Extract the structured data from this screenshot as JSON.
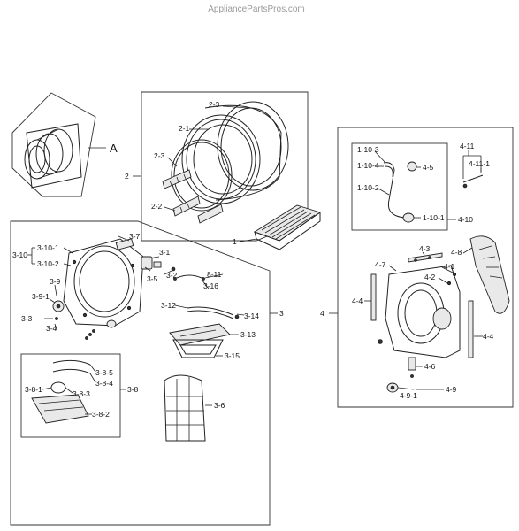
{
  "watermark": "AppliancePartsPros.com",
  "inset_label": "A",
  "labels": {
    "l_2_3a": "2-3",
    "l_2_1": "2-1",
    "l_2_3b": "2-3",
    "l_2": "2",
    "l_2_2": "2-2",
    "l_1": "1",
    "l_3_7": "3-7",
    "l_3_10_1": "3-10-1",
    "l_3_10": "3-10",
    "l_3_10_2": "3-10-2",
    "l_3_1": "3-1",
    "l_3_5": "3-5",
    "l_3_2": "3-2",
    "l_3_9": "3-9",
    "l_3_9_1": "3-9-1",
    "l_8_11": "8-11",
    "l_3_16": "3-16",
    "l_3_3": "3-3",
    "l_3_4": "3-4",
    "l_3_12": "3-12",
    "l_3_14": "3-14",
    "l_3": "3",
    "l_3_13": "3-13",
    "l_3_15": "3-15",
    "l_3_8_5": "3-8-5",
    "l_3_8_4": "3-8-4",
    "l_3_8_1": "3-8-1",
    "l_3_8_3": "3-8-3",
    "l_3_8": "3-8",
    "l_3_8_2": "3-8-2",
    "l_3_6": "3-6",
    "l_1_10_3": "1-10-3",
    "l_1_10_4": "1-10-4",
    "l_4_5": "4-5",
    "l_1_10_2": "1-10-2",
    "l_1_10_1": "1-10-1",
    "l_4_10": "4-10",
    "l_4_11": "4-11",
    "l_4_11_1": "4-11-1",
    "l_4_3": "4-3",
    "l_4_8": "4-8",
    "l_4_7": "4-7",
    "l_4_1": "4-1",
    "l_4_2": "4-2",
    "l_4_4a": "4-4",
    "l_4": "4",
    "l_4_4b": "4-4",
    "l_4_6": "4-6",
    "l_4_9": "4-9",
    "l_4_9_1": "4-9-1"
  }
}
